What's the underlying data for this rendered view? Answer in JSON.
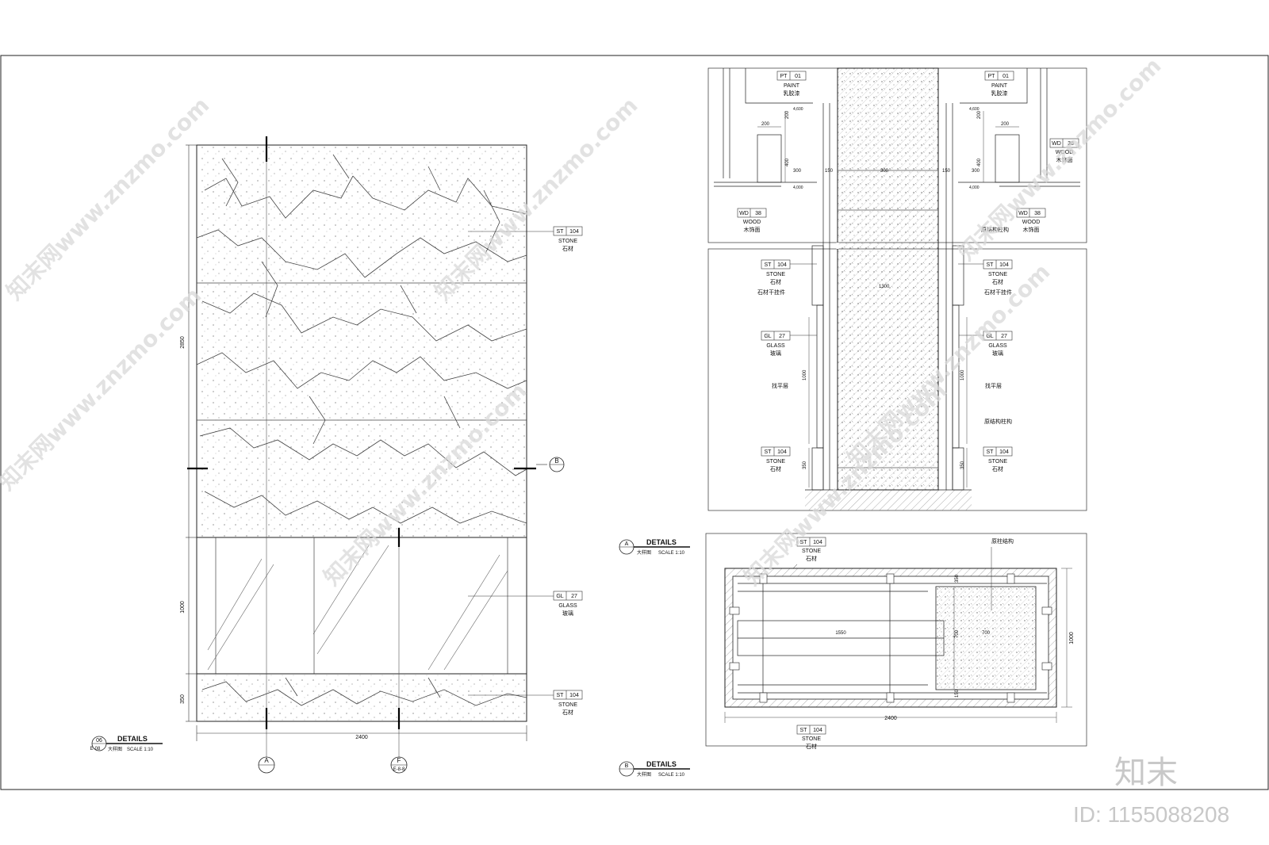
{
  "watermark": {
    "text": "知末网www.znzmo.com",
    "brand": "知末",
    "id_text": "ID: 1155088208"
  },
  "tags": {
    "stone": {
      "code": "ST",
      "num": "104",
      "en": "STONE",
      "cn": "石材"
    },
    "glass": {
      "code": "GL",
      "num": "27",
      "en": "GLASS",
      "cn": "玻璃"
    },
    "paint": {
      "code": "PT",
      "num": "01",
      "en": "PAINT",
      "cn": "乳胶漆"
    },
    "wood": {
      "code": "WD",
      "num": "38",
      "en": "WOOD",
      "cn": "木饰面"
    }
  },
  "elevation": {
    "dims": {
      "height": "2850",
      "glass_height": "1000",
      "base_height": "350",
      "width": "2400"
    },
    "title": {
      "num": "06",
      "ref": "E-08",
      "label": "DETAILS",
      "sub": "大样图",
      "scale": "SCALE  1:10"
    },
    "markers": {
      "a": "A",
      "b": "B",
      "f": "F",
      "f_ref": "E-8-8"
    }
  },
  "section": {
    "notes": {
      "stone_hanger": "石材干挂件",
      "leveling": "找平层",
      "frame": "原结构柱构"
    },
    "dims": {
      "d200": "200",
      "d400": "400",
      "d300": "300",
      "d150": "150",
      "d1000": "1000",
      "d350": "350",
      "d1300": "1300"
    },
    "levels": {
      "top": "4,600",
      "low": "4,000"
    },
    "title": {
      "mark": "A",
      "label": "DETAILS",
      "sub": "大样图",
      "scale": "SCALE  1:10"
    }
  },
  "plan": {
    "dims": {
      "width": "2400",
      "depth": "1000",
      "inner": "1550",
      "col": "700",
      "d350": "350",
      "d150": "150"
    },
    "note": "原柱结构",
    "title": {
      "mark": "B",
      "label": "DETAILS",
      "sub": "大样图",
      "scale": "SCALE  1:10"
    }
  }
}
